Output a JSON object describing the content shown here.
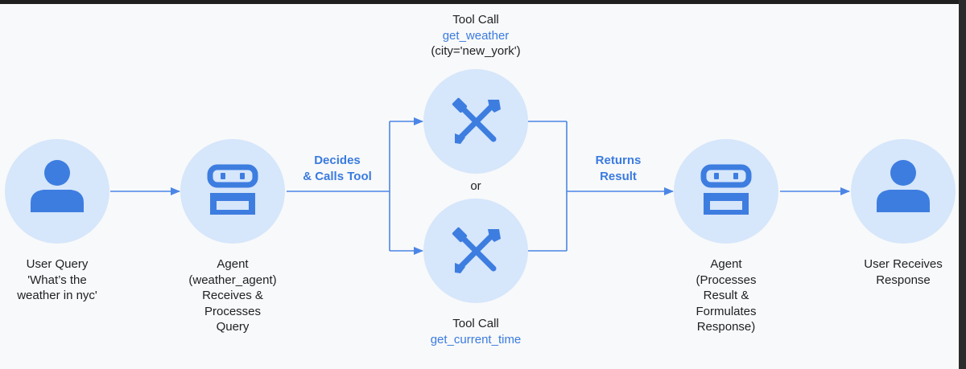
{
  "colors": {
    "accent": "#3d7de0",
    "node_fill": "#d6e6fb",
    "background": "#f8f9fa",
    "text": "#202124"
  },
  "nodes": {
    "user_query": {
      "icon": "person-icon",
      "lines": [
        "User Query",
        "'What’s the",
        "weather in nyc'"
      ]
    },
    "agent_receive": {
      "icon": "robot-icon",
      "lines": [
        "Agent",
        "(weather_agent)",
        "Receives &",
        "Processes",
        "Query"
      ]
    },
    "tool_weather": {
      "icon": "tools-icon",
      "title": "Tool Call",
      "function": "get_weather",
      "args": "(city='new_york')"
    },
    "tool_time": {
      "icon": "tools-icon",
      "title": "Tool Call",
      "function": "get_current_time"
    },
    "agent_process": {
      "icon": "robot-icon",
      "lines": [
        "Agent",
        "(Processes",
        "Result &",
        "Formulates",
        "Response)"
      ]
    },
    "user_receives": {
      "icon": "person-icon",
      "lines": [
        "User Receives",
        "Response"
      ]
    }
  },
  "edges": {
    "decides": [
      "Decides",
      "& Calls Tool"
    ],
    "returns": [
      "Returns",
      "Result"
    ],
    "or": "or"
  }
}
